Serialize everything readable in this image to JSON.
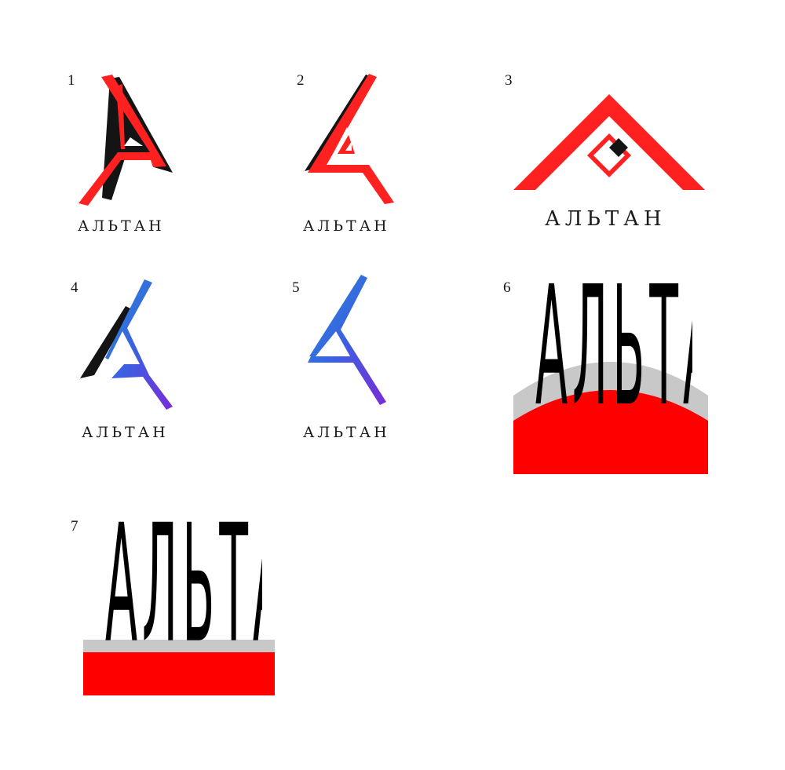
{
  "options": [
    {
      "number": "1",
      "wordmark": "АЛЬТАН"
    },
    {
      "number": "2",
      "wordmark": "АЛЬТАН"
    },
    {
      "number": "3",
      "wordmark": "АЛЬТАН"
    },
    {
      "number": "4",
      "wordmark": "АЛЬТАН"
    },
    {
      "number": "5",
      "wordmark": "АЛЬТАН"
    },
    {
      "number": "6",
      "wordmark": "АЛЬТАН"
    },
    {
      "number": "7",
      "wordmark": "АЛЬТАН"
    }
  ],
  "colors": {
    "red": "#ff2020",
    "black": "#141414",
    "gray": "#c8c8c8",
    "gradient_start": "#1e8fd6",
    "gradient_mid": "#3d5fe0",
    "gradient_end": "#7a2ad8"
  },
  "icons": [
    "letter-a-logo-mark",
    "roof-a-logo-mark"
  ]
}
